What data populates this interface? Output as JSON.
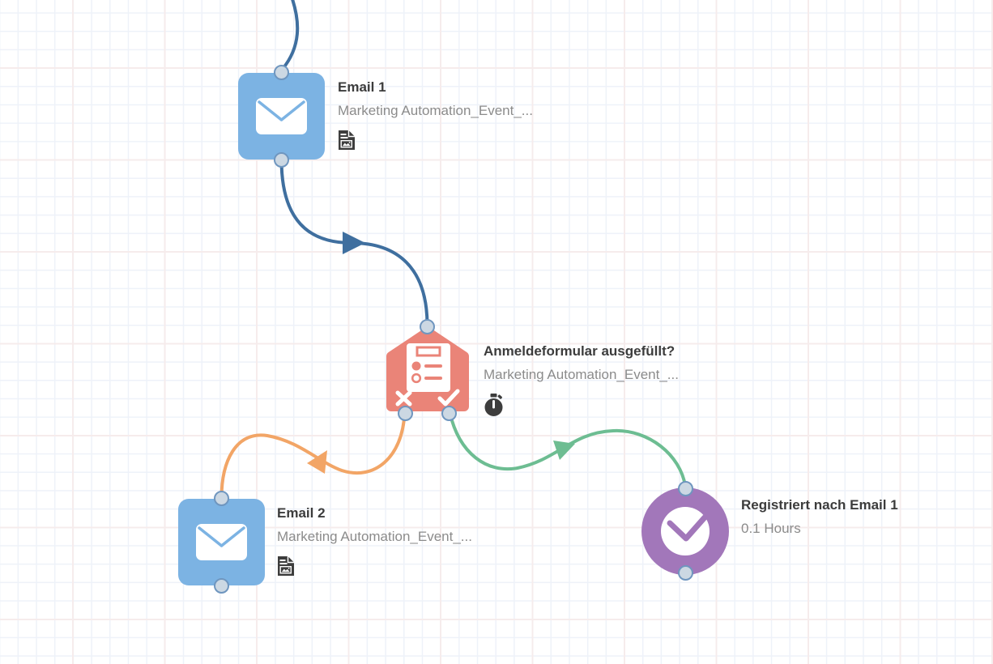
{
  "app": {
    "view": "campaign-builder-canvas"
  },
  "colors": {
    "canvas_bg": "#ffffff",
    "grid_minor": "#eef2f9",
    "grid_major": "#f6ecec",
    "email_node": "#7cb3e3",
    "decision_node": "#ea8478",
    "timer_node": "#a277ba",
    "connection_blue": "#3f6f9f",
    "connection_orange": "#f2a566",
    "connection_green": "#6dbd92",
    "port_fill": "#ccd8e3",
    "port_border": "#6f96bf",
    "title_text": "#3c3c3c",
    "subtitle_text": "#8b8b8b",
    "badge_icon": "#3d3d3d"
  },
  "nodes": [
    {
      "id": "email-1",
      "type": "email",
      "title": "Email 1",
      "subtitle": "Marketing Automation_Event_...",
      "badge_icon": "document-image-icon"
    },
    {
      "id": "decision-form",
      "type": "decision",
      "title": "Anmeldeformular ausgefüllt?",
      "subtitle": "Marketing Automation_Event_...",
      "badge_icon": "stopwatch-icon"
    },
    {
      "id": "email-2",
      "type": "email",
      "title": "Email 2",
      "subtitle": "Marketing Automation_Event_...",
      "badge_icon": "document-image-icon"
    },
    {
      "id": "timer-wait",
      "type": "timer",
      "title": "Registriert nach Email 1",
      "subtitle": "0.1 Hours",
      "badge_icon": ""
    }
  ],
  "connections": [
    {
      "id": "incoming-top-to-email1",
      "from": "offscreen-top",
      "to": "email-1:top",
      "color": "#3f6f9f",
      "arrow": false
    },
    {
      "id": "email1-to-decision",
      "from": "email-1:bottom",
      "to": "decision-form:top",
      "color": "#3f6f9f",
      "arrow": true
    },
    {
      "id": "decision-no-to-email2",
      "from": "decision-form:bottom-left-x",
      "to": "email-2:top",
      "color": "#f2a566",
      "arrow": true
    },
    {
      "id": "decision-yes-to-timer",
      "from": "decision-form:bottom-right-check",
      "to": "timer-wait:top",
      "color": "#6dbd92",
      "arrow": true
    }
  ]
}
